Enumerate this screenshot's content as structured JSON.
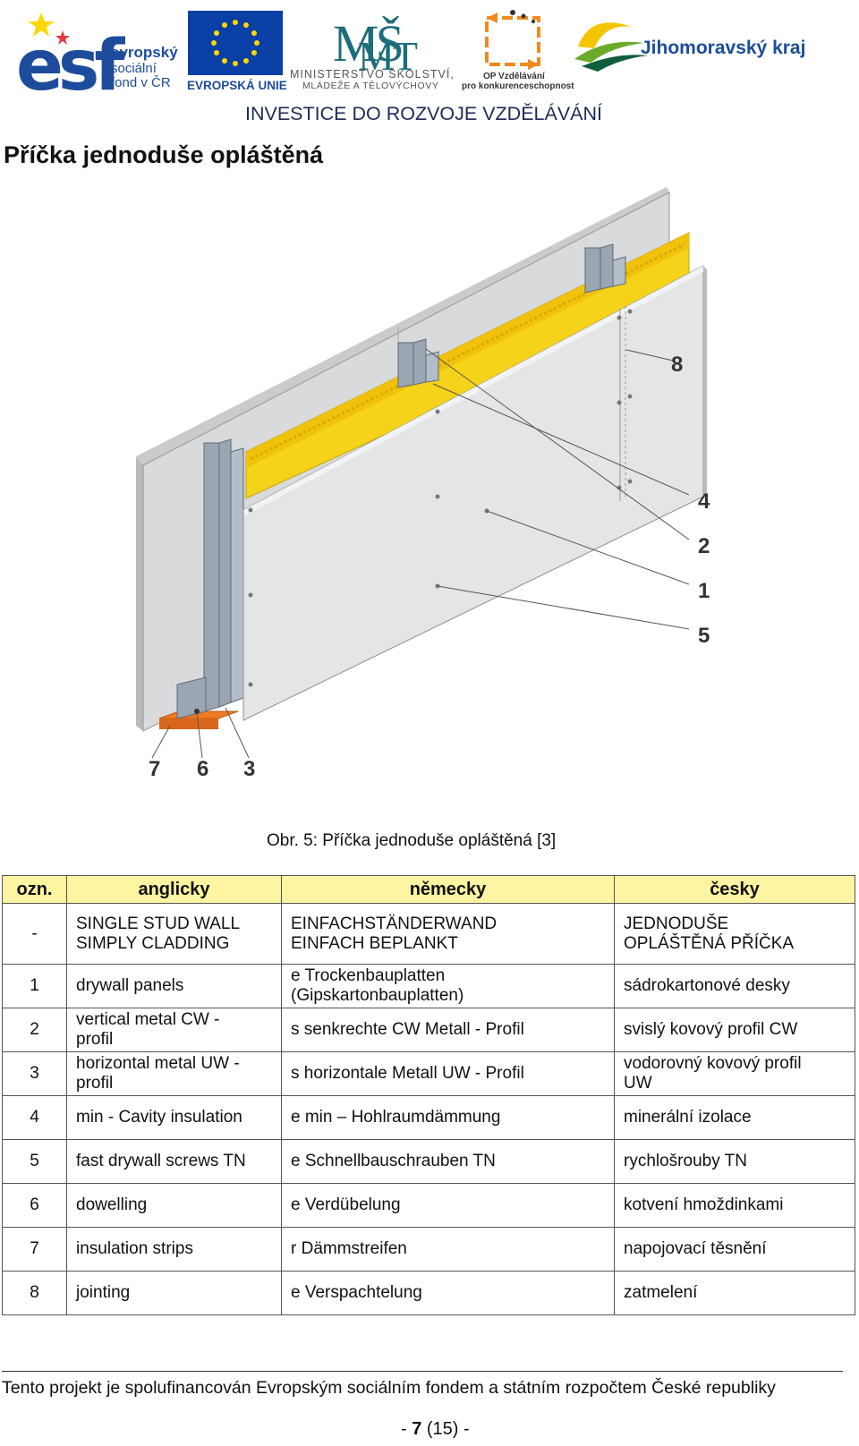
{
  "header": {
    "logos": {
      "esf": [
        "evropský",
        "sociální",
        "fond v ČR"
      ],
      "eu": "EVROPSKÁ UNIE",
      "msmt": [
        "MINISTERSTVO ŠKOLSTVÍ,",
        "MLÁDEŽE A TĚLOVÝCHOVY"
      ],
      "op": [
        "OP Vzdělávání",
        "pro konkurenceschopnost"
      ],
      "kraj": "Jihomoravský kraj"
    },
    "slogan": "INVESTICE DO ROZVOJE VZDĚLÁVÁNÍ",
    "colors": {
      "esf_blue": "#1d4c9c",
      "eu_blue": "#0a3fa5",
      "eu_star": "#ffd700",
      "orange": "#f08a1e",
      "green": "#6aab2b"
    }
  },
  "page_title": "Příčka jednoduše opláštěná",
  "figure": {
    "callouts": [
      "8",
      "4",
      "2",
      "1",
      "5",
      "7",
      "6",
      "3"
    ],
    "colors": {
      "board": "#e4e5e7",
      "insulation": "#f5d31a",
      "metal": "#9aa7b3",
      "strip": "#f07a22"
    }
  },
  "caption": "Obr. 5: Příčka jednoduše opláštěná [3]",
  "table": {
    "headers": [
      "ozn.",
      "anglicky",
      "německy",
      "česky"
    ],
    "rows": [
      {
        "num": "-",
        "en": [
          "SINGLE STUD WALL",
          "SIMPLY CLADDING"
        ],
        "de": [
          "EINFACHSTÄNDERWAND",
          "EINFACH BEPLANKT"
        ],
        "cz": [
          "JEDNODUŠE",
          "OPLÁŠTĚNÁ PŘÍČKA"
        ]
      },
      {
        "num": "1",
        "en": [
          "drywall panels"
        ],
        "de": [
          "e Trockenbauplatten",
          "(Gipskartonbauplatten)"
        ],
        "cz": [
          "sádrokartonové desky"
        ]
      },
      {
        "num": "2",
        "en": [
          "vertical metal CW -",
          "profil"
        ],
        "de": [
          "s senkrechte CW Metall - Profil"
        ],
        "cz": [
          "svislý kovový profil CW"
        ]
      },
      {
        "num": "3",
        "en": [
          "horizontal metal UW -",
          "profil"
        ],
        "de": [
          "s horizontale Metall UW - Profil"
        ],
        "cz": [
          "vodorovný kovový profil",
          "UW"
        ]
      },
      {
        "num": "4",
        "en": [
          "min - Cavity insulation"
        ],
        "de": [
          "e min – Hohlraumdämmung"
        ],
        "cz": [
          "minerální izolace"
        ]
      },
      {
        "num": "5",
        "en": [
          "fast drywall screws TN"
        ],
        "de": [
          "e Schnellbauschrauben TN"
        ],
        "cz": [
          "rychlošrouby TN"
        ]
      },
      {
        "num": "6",
        "en": [
          "dowelling"
        ],
        "de": [
          "e Verdübelung"
        ],
        "cz": [
          "kotvení hmoždinkami"
        ]
      },
      {
        "num": "7",
        "en": [
          "insulation strips"
        ],
        "de": [
          "r Dämmstreifen"
        ],
        "cz": [
          "napojovací těsnění"
        ]
      },
      {
        "num": "8",
        "en": [
          "jointing"
        ],
        "de": [
          "e Verspachtelung"
        ],
        "cz": [
          "zatmelení"
        ]
      }
    ],
    "header_bg": "#fdf5a2"
  },
  "footer": {
    "text": "Tento projekt je spolufinancován Evropským sociálním fondem a státním rozpočtem České republiky",
    "page_prefix": "- ",
    "page_current": "7",
    "page_suffix": " (15) -"
  }
}
